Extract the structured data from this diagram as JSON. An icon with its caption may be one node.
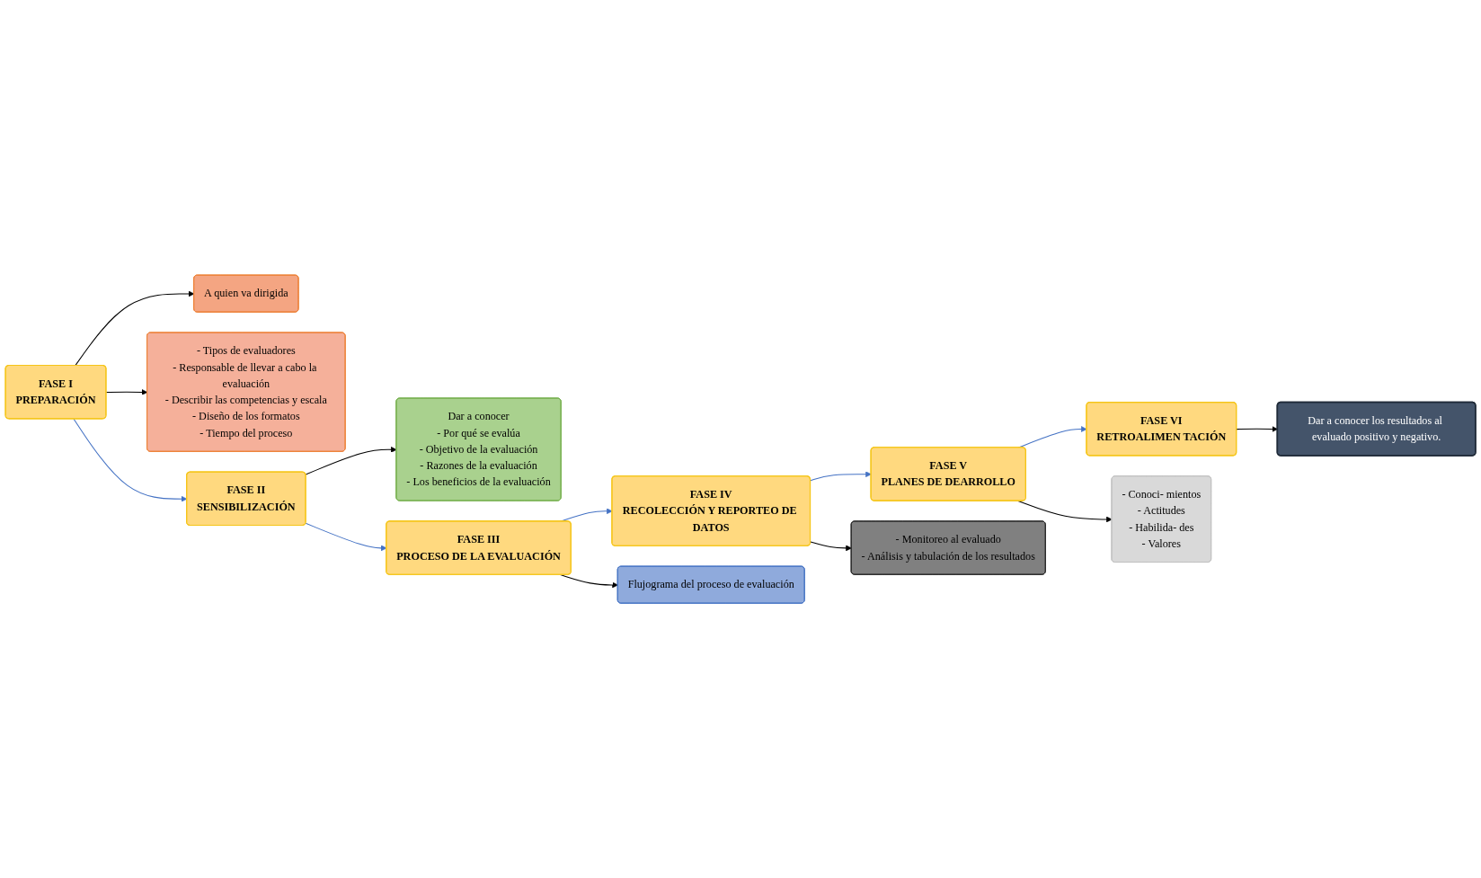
{
  "diagram": {
    "nodes": [
      {
        "text": [
          "FASE I",
          "PREPARACIÓN"
        ]
      },
      {
        "text": [
          "A quien va dirigida"
        ]
      },
      {
        "text": [
          "- Tipos de evaluadores",
          "- Responsable de llevar a cabo la evaluación",
          "- Describir las competencias y escala",
          "- Diseño de los formatos",
          "- Tiempo del proceso"
        ]
      },
      {
        "text": [
          "FASE II",
          "SENSIBILIZACIÓN"
        ]
      },
      {
        "text": [
          "Dar a conocer",
          "- Por qué se evalúa",
          "- Objetivo de la evaluación",
          "- Razones de la evaluación",
          "- Los beneficios de la evaluación"
        ]
      },
      {
        "text": [
          "FASE VI",
          "RETROALIMEN TACIÓN"
        ]
      },
      {
        "text": [
          "Dar a conocer los resultados al evaluado positivo y negativo."
        ]
      },
      {
        "text": [
          "FASE V",
          "PLANES DE DEARROLLO"
        ]
      },
      {
        "text": [
          "- Conoci- mientos",
          "- Actitudes",
          "- Habilida- des",
          "- Valores"
        ]
      },
      {
        "text": [
          "FASE IV",
          "RECOLECCIÓN Y REPORTEO DE DATOS"
        ]
      },
      {
        "text": [
          "- Monitoreo al evaluado",
          "- Análisis y tabulación de los resultados"
        ]
      },
      {
        "text": [
          "FASE III",
          "PROCESO DE LA EVALUACIÓN"
        ]
      },
      {
        "text": [
          "Flujograma del proceso de evaluación"
        ]
      }
    ],
    "edges": [
      {
        "from": 0,
        "to": 1,
        "arrow": "to"
      },
      {
        "from": 0,
        "to": 2,
        "arrow": "to"
      },
      {
        "from": 0,
        "to": 3,
        "arrow": "to",
        "color": "#4472c4"
      },
      {
        "from": 3,
        "to": 4,
        "arrow": "to"
      },
      {
        "from": 3,
        "to": 11,
        "arrow": "to",
        "color": "#4472c4"
      },
      {
        "from": 11,
        "to": 12,
        "arrow": "to"
      },
      {
        "from": 11,
        "to": 9,
        "arrow": "to",
        "color": "#4472c4"
      },
      {
        "from": 9,
        "to": 10,
        "arrow": "to"
      },
      {
        "from": 9,
        "to": 7,
        "arrow": "to",
        "color": "#4472c4"
      },
      {
        "from": 7,
        "to": 8,
        "arrow": "to"
      },
      {
        "from": 7,
        "to": 5,
        "arrow": "to",
        "color": "#4472c4"
      },
      {
        "from": 5,
        "to": 6,
        "arrow": "to"
      }
    ]
  }
}
